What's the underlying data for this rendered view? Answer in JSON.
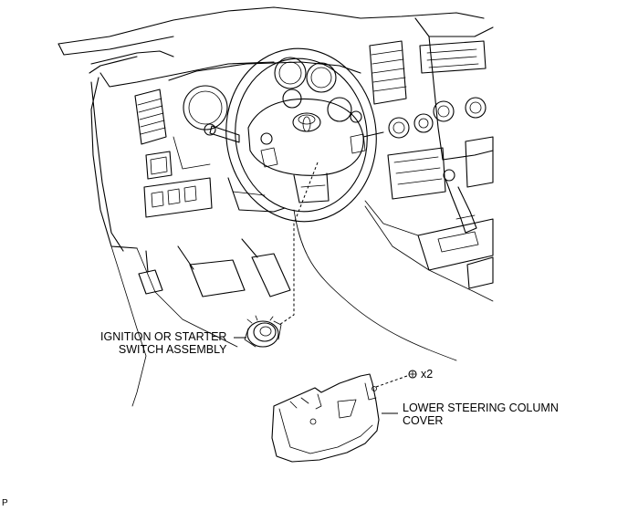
{
  "labels": {
    "ignition_line1": "IGNITION  OR STARTER",
    "ignition_line2": "SWITCH ASSEMBLY",
    "cover_line1": "LOWER STEERING COLUMN",
    "cover_line2": "COVER",
    "screw_qty": "x2",
    "page_mark": "P"
  }
}
